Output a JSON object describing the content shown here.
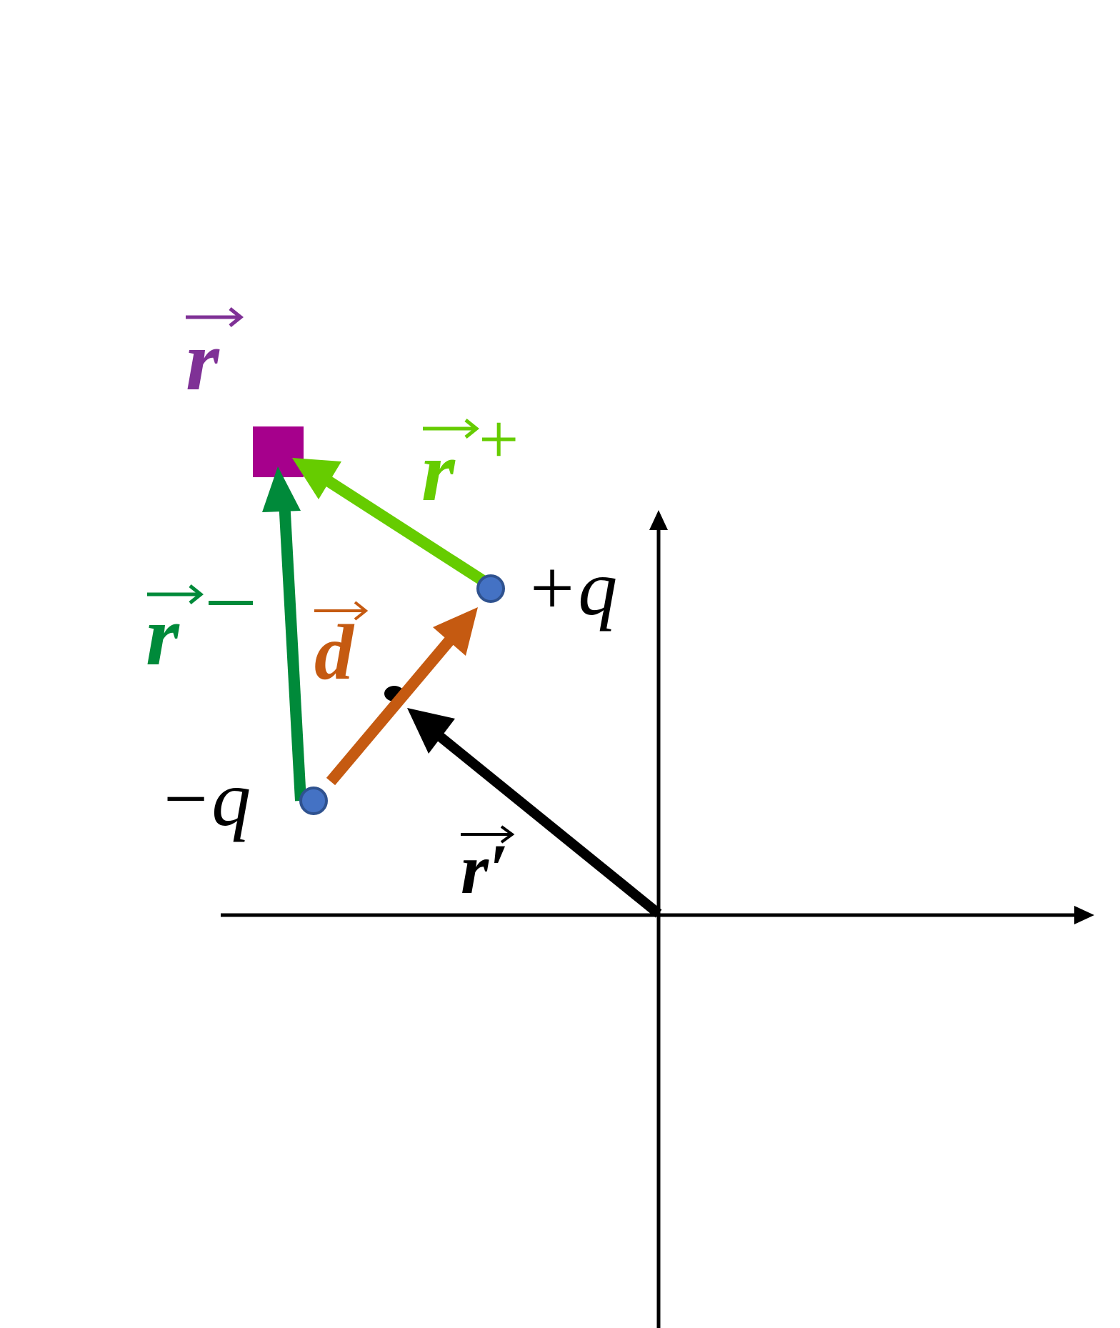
{
  "title": "Electric dipole position vectors",
  "colors": {
    "r": "#7f3196",
    "r_plus": "#66cc00",
    "r_minus": "#008a3a",
    "d": "#c55a11",
    "axes": "#000000",
    "charge_fill": "#4472c4",
    "charge_stroke": "#2f528f",
    "field_point": "#a6008c"
  },
  "labels": {
    "r": "r",
    "r_plus": "r",
    "r_plus_sup": "+",
    "r_minus": "r",
    "r_minus_sup": "−",
    "d": "d",
    "r_prime": "r′",
    "plus_q": "+q",
    "minus_q": "−q"
  }
}
